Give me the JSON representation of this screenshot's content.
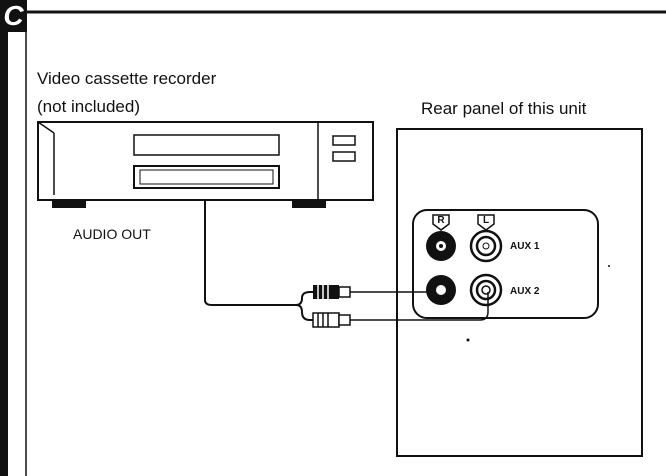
{
  "section": {
    "letter": "C"
  },
  "vcr": {
    "label_line1": "Video cassette recorder",
    "label_line2": "(not included)",
    "output_label": "AUDIO OUT"
  },
  "panel": {
    "title": "Rear panel of this unit",
    "channel_right": "R",
    "channel_left": "L",
    "input_1": "AUX 1",
    "input_2": "AUX 2"
  }
}
